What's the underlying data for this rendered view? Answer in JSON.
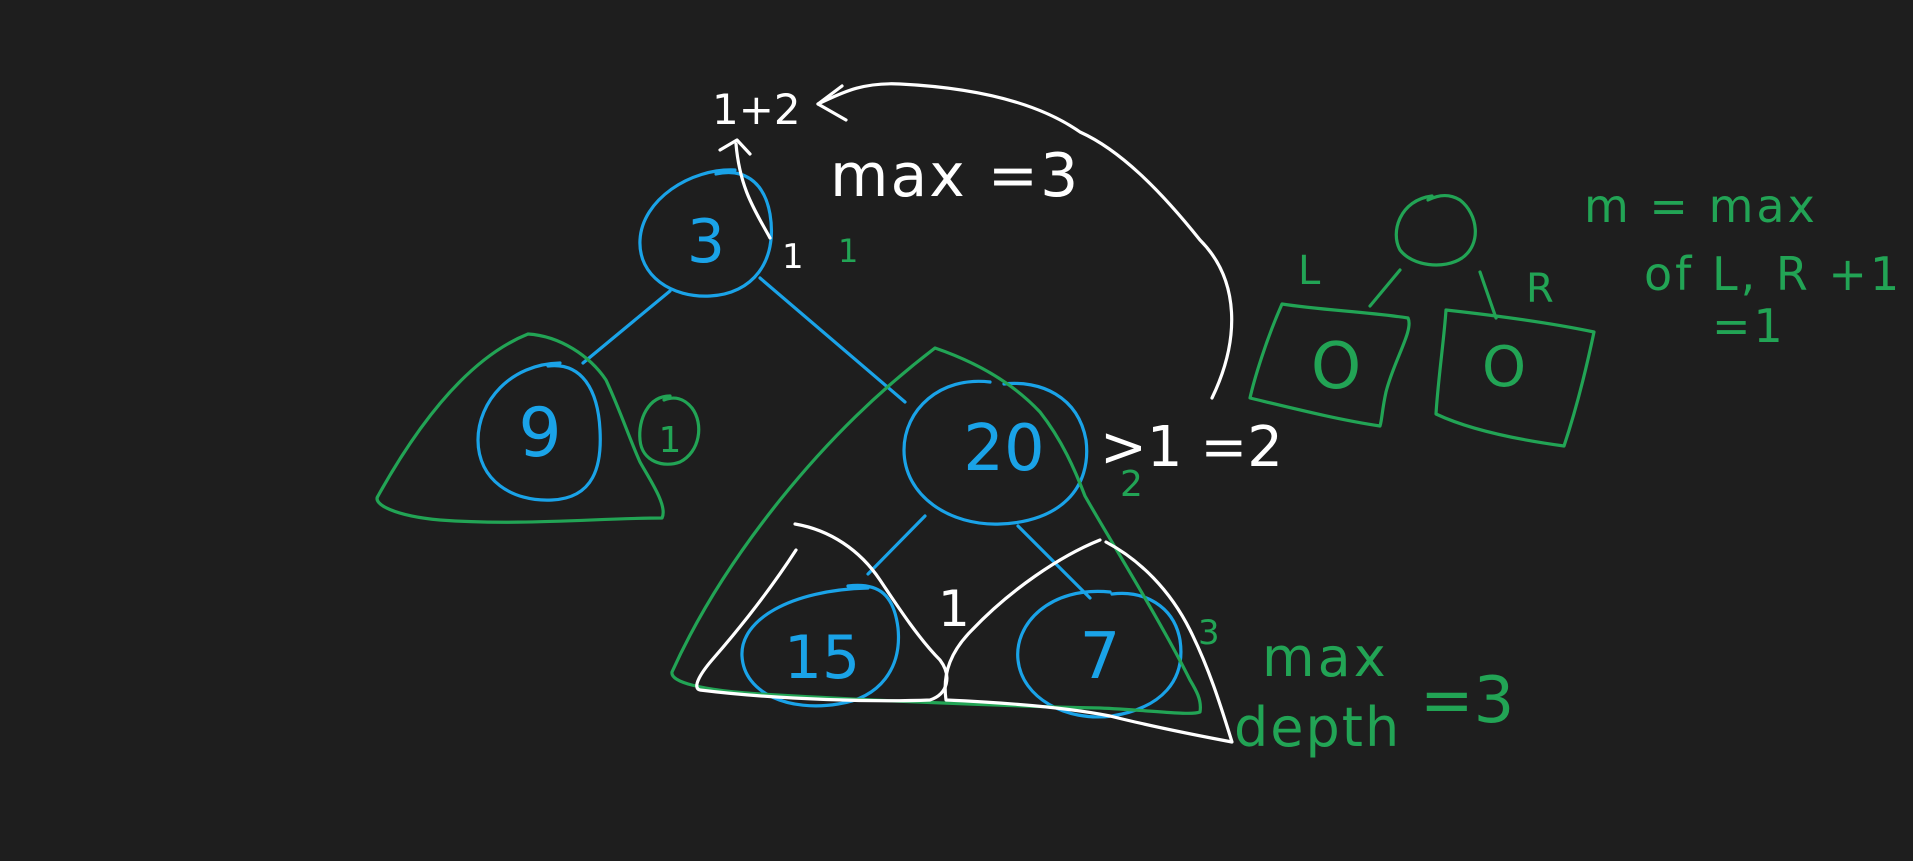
{
  "colors": {
    "background": "#1e1e1e",
    "blue": "#1aa3e8",
    "green": "#22a455",
    "white": "#ffffff"
  },
  "tree": {
    "root": "3",
    "left_child": "9",
    "right_child": "20",
    "right_left": "15",
    "right_right": "7"
  },
  "annotations": {
    "top_sum": "1+2",
    "max_top": "max =3",
    "root_mark_white": "1",
    "root_mark_green": "1",
    "left_depth": "1",
    "right_expr": ">1 =2",
    "right_depth_green": "2",
    "children_mark": "1",
    "bottom_depth_green": "3",
    "max_depth_line1": "max",
    "max_depth_line2": "depth",
    "max_depth_value": "=3"
  },
  "side_diagram": {
    "node": "O",
    "left_label": "L",
    "right_label": "R",
    "left_box": "O",
    "right_box": "O"
  },
  "formula": {
    "line1": "m = max",
    "line2": "of L, R +1",
    "line3": "=1"
  }
}
